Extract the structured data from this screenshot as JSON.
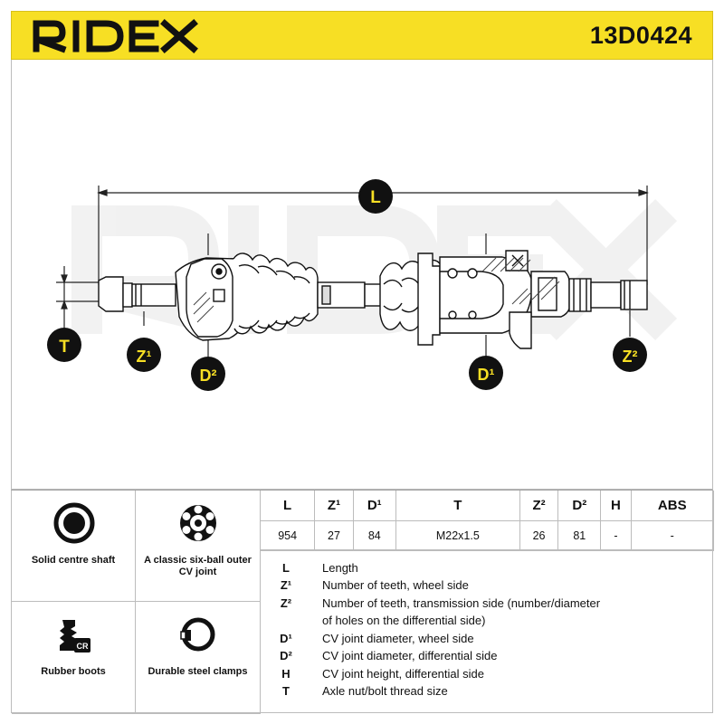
{
  "header": {
    "brand": "RIDEX",
    "part_number": "13D0424",
    "colors": {
      "background": "#f7df24",
      "ink": "#111111",
      "badge": "#111111",
      "badge_text": "#f7df24"
    }
  },
  "diagram": {
    "watermark": "RIDEX",
    "dimension_labels": {
      "L": "L",
      "T": "T",
      "Z1": "Z¹",
      "D2": "D²",
      "D1": "D¹",
      "Z2": "Z²"
    },
    "icons": [
      "drive-shaft-diagram",
      "dimension-marker"
    ]
  },
  "features": [
    {
      "icon": "solid-shaft-icon",
      "label": "Solid centre shaft"
    },
    {
      "icon": "six-ball-joint-icon",
      "label": "A classic six-ball outer CV joint"
    },
    {
      "icon": "rubber-boot-icon",
      "label": "Rubber boots"
    },
    {
      "icon": "steel-clamp-icon",
      "label": "Durable steel clamps"
    }
  ],
  "specs": {
    "headers": [
      "L",
      "Z¹",
      "D¹",
      "T",
      "Z²",
      "D²",
      "H",
      "ABS"
    ],
    "values": [
      "954",
      "27",
      "84",
      "M22x1.5",
      "26",
      "81",
      "-",
      "-"
    ]
  },
  "legend": [
    {
      "symbol": "L",
      "text": "Length"
    },
    {
      "symbol": "Z¹",
      "text": "Number of teeth, wheel side"
    },
    {
      "symbol": "Z²",
      "text": "Number of teeth, transmission side (number/diameter"
    },
    {
      "symbol": "",
      "text": "of holes on the differential side)"
    },
    {
      "symbol": "D¹",
      "text": "CV joint diameter, wheel side"
    },
    {
      "symbol": "D²",
      "text": "CV joint diameter, differential side"
    },
    {
      "symbol": "H",
      "text": "CV joint height, differential side"
    },
    {
      "symbol": "T",
      "text": "Axle nut/bolt thread size"
    }
  ]
}
